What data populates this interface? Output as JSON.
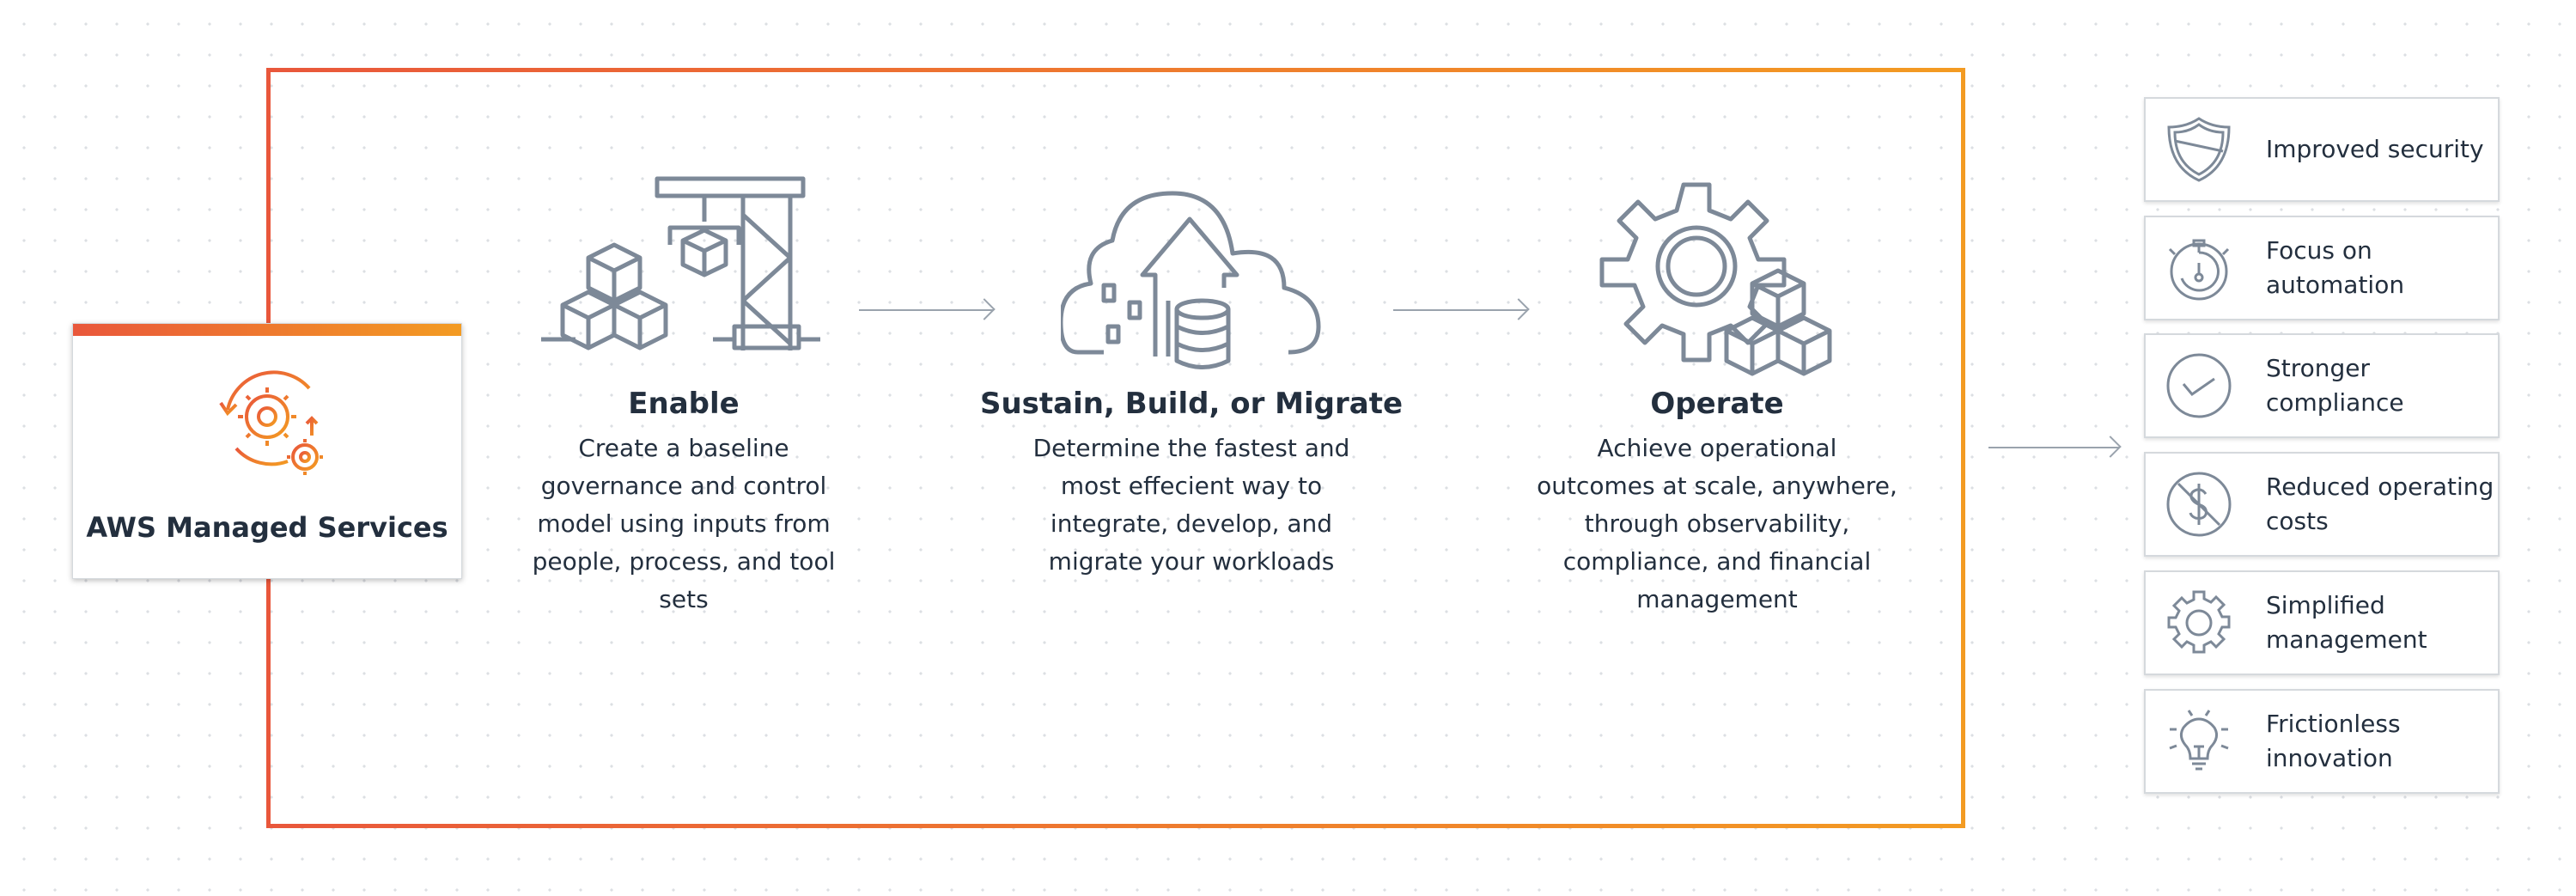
{
  "colors": {
    "accent_start": "#e9573b",
    "accent_end": "#f39b22",
    "icon": "#7d8998",
    "text": "#232f3e"
  },
  "service": {
    "label": "AWS Managed Services",
    "icon": "gears-cycle-icon"
  },
  "stages": [
    {
      "title": "Enable",
      "icon": "crane-cubes-icon",
      "lines": [
        "Create a baseline",
        "governance and control",
        "model using inputs from",
        "people, process, and tool",
        "sets"
      ]
    },
    {
      "title": "Sustain, Build, or Migrate",
      "icon": "cloud-migrate-icon",
      "lines": [
        "Determine the fastest and",
        "most effecient way to",
        "integrate, develop, and",
        "migrate your workloads"
      ]
    },
    {
      "title": "Operate",
      "icon": "gear-cubes-icon",
      "lines": [
        "Achieve operational",
        "outcomes at scale, anywhere,",
        "through observability,",
        "compliance, and financial",
        "management"
      ]
    }
  ],
  "benefits": [
    {
      "icon": "shield-icon",
      "lines": [
        "Improved security"
      ]
    },
    {
      "icon": "stopwatch-icon",
      "lines": [
        "Focus on",
        "automation"
      ]
    },
    {
      "icon": "checkmark-circle-icon",
      "lines": [
        "Stronger",
        "compliance"
      ]
    },
    {
      "icon": "no-dollar-icon",
      "lines": [
        "Reduced operating",
        "costs"
      ]
    },
    {
      "icon": "gear-icon",
      "lines": [
        "Simplified",
        "management"
      ]
    },
    {
      "icon": "lightbulb-icon",
      "lines": [
        "Frictionless",
        "innovation"
      ]
    }
  ]
}
